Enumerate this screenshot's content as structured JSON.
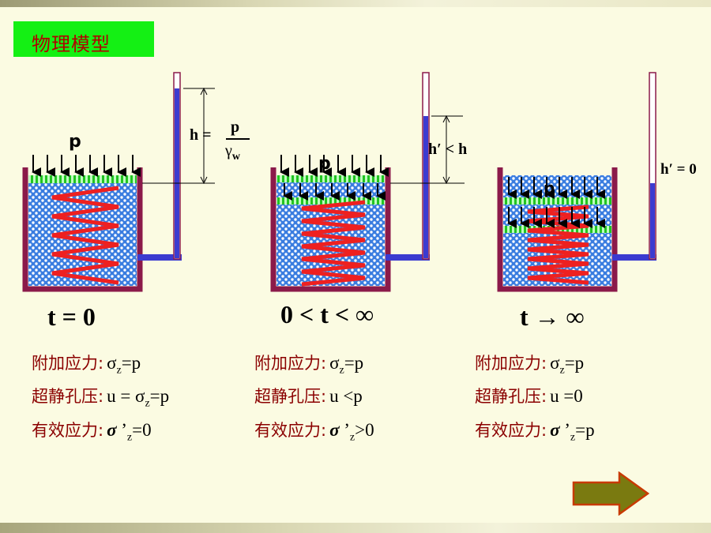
{
  "title": "物理模型",
  "load_label": "p",
  "panels": [
    {
      "time_caption": "t = 0",
      "head_label_lhs": "h =",
      "head_num": "p",
      "head_den": "γ",
      "head_den_sub": "w",
      "lines": [
        {
          "label": "附加应力:",
          "expr": "σz=p"
        },
        {
          "label": "超静孔压:",
          "expr": "u = σz=p"
        },
        {
          "label": "有效应力:",
          "expr": "σ ’z=0"
        }
      ]
    },
    {
      "time_caption": "0 < t < ∞",
      "head_label": "h′ < h",
      "lines": [
        {
          "label": "附加应力:",
          "expr": "σz=p"
        },
        {
          "label": "超静孔压:",
          "expr": "u <p"
        },
        {
          "label": "有效应力:",
          "expr": "σ ’z>0"
        }
      ]
    },
    {
      "time_caption": "t → ∞",
      "head_label": "h′ = 0",
      "lines": [
        {
          "label": "附加应力:",
          "expr": "σz=p"
        },
        {
          "label": "超静孔压:",
          "expr": "u =0"
        },
        {
          "label": "有效应力:",
          "expr": "σ ’z=p"
        }
      ]
    }
  ],
  "colors": {
    "container": "#8b1a4a",
    "water": "#3a7de0",
    "piston": "#28c828",
    "spring": "#ee2020",
    "tube_water": "#3b3bd0",
    "arrow_button": "#7a7a10"
  },
  "icons": [
    "arrow-right-icon",
    "down-arrow-icon",
    "spring-icon"
  ]
}
